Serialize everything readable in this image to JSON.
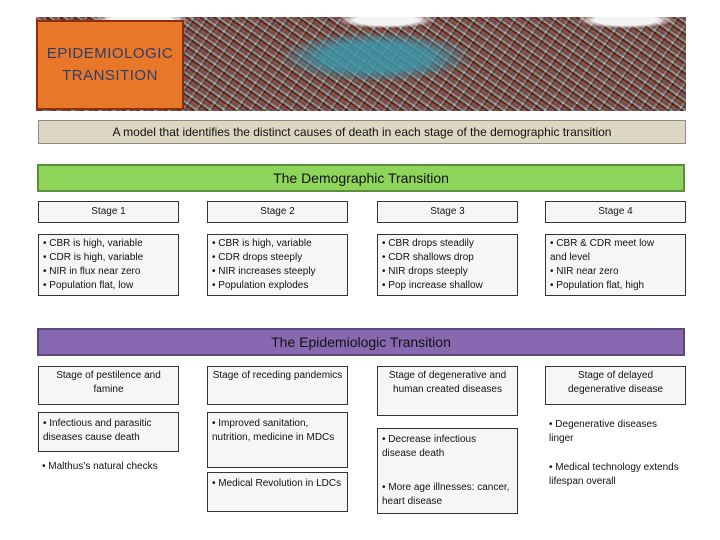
{
  "title": "EPIDEMIOLOGIC\nTRANSITION",
  "subtitle": "A model that identifies the distinct causes of death in each stage of the demographic transition",
  "demographic": {
    "heading": "The Demographic Transition",
    "stages": [
      {
        "name": "Stage 1",
        "points": [
          "• CBR is high, variable",
          "• CDR is high, variable",
          "• NIR in flux near zero",
          "• Population flat, low"
        ]
      },
      {
        "name": "Stage 2",
        "points": [
          "• CBR is high, variable",
          "• CDR drops steeply",
          "• NIR increases steeply",
          "• Population explodes"
        ]
      },
      {
        "name": "Stage 3",
        "points": [
          "• CBR drops steadily",
          "• CDR shallows drop",
          "• NIR drops steeply",
          "• Pop increase shallow"
        ]
      },
      {
        "name": "Stage 4",
        "points": [
          "• CBR & CDR meet low",
          "and level",
          "• NIR near zero",
          "• Population flat, high"
        ]
      }
    ]
  },
  "epidemiologic": {
    "heading": "The Epidemiologic Transition",
    "stages": [
      {
        "name": "Stage of pestilence and famine",
        "points": [
          "• Infectious and parasitic diseases cause death",
          "• Malthus’s natural checks"
        ]
      },
      {
        "name": "Stage of receding pandemics",
        "points": [
          "• Improved sanitation, nutrition, medicine in MDCs",
          "• Medical Revolution in LDCs"
        ]
      },
      {
        "name": "Stage of degenerative and human created diseases",
        "points": [
          "• Decrease infectious disease death",
          "• More age illnesses: cancer, heart disease"
        ]
      },
      {
        "name": "Stage of delayed degenerative disease",
        "points": [
          "• Degenerative diseases linger",
          "• Medical technology extends lifespan overall"
        ]
      }
    ]
  }
}
